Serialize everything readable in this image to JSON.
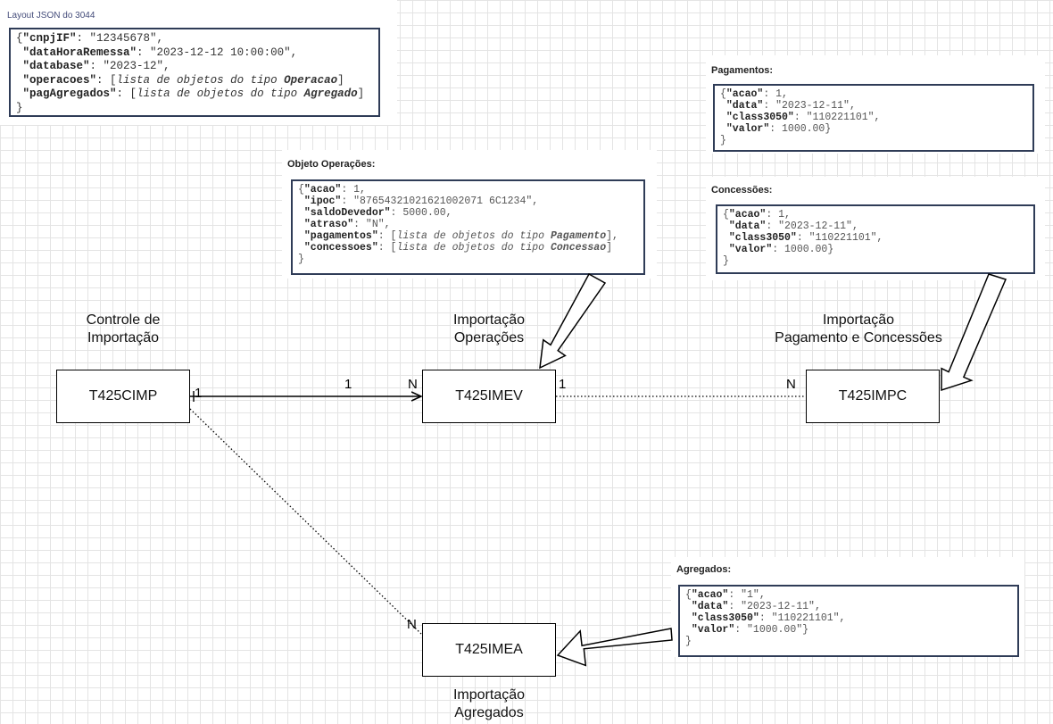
{
  "layout_title": "Layout JSON do 3044",
  "remessa": {
    "lines": [
      [
        "{",
        [
          "k",
          "\"cnpjIF\""
        ],
        ": \"12345678\","
      ],
      [
        " ",
        [
          "k",
          "\"dataHoraRemessa\""
        ],
        ": \"2023-12-12 10:00:00\","
      ],
      [
        " ",
        [
          "k",
          "\"database\""
        ],
        ": \"2023-12\","
      ],
      [
        " ",
        [
          "k",
          "\"operacoes\""
        ],
        ": [",
        [
          "i",
          "lista de objetos do tipo "
        ],
        [
          "bi",
          "Operacao"
        ],
        "]"
      ],
      [
        " ",
        [
          "k",
          "\"pagAgregados\""
        ],
        ": [",
        [
          "i",
          "lista de objetos do tipo "
        ],
        [
          "bi",
          "Agregado"
        ],
        "]"
      ],
      [
        "}"
      ]
    ]
  },
  "operacoes_label": "Objeto Operações:",
  "operacoes": {
    "lines": [
      [
        "{",
        [
          "k",
          "\"acao\""
        ],
        ": 1,"
      ],
      [
        " ",
        [
          "k",
          "\"ipoc\""
        ],
        ": \"87654321021621002071 6C1234\","
      ],
      [
        " ",
        [
          "k",
          "\"saldoDevedor\""
        ],
        ": 5000.00,"
      ],
      [
        " ",
        [
          "k",
          "\"atraso\""
        ],
        ": \"N\","
      ],
      [
        " ",
        [
          "k",
          "\"pagamentos\""
        ],
        ": [",
        [
          "i",
          "lista de objetos do tipo "
        ],
        [
          "bi",
          "Pagamento"
        ],
        "],"
      ],
      [
        " ",
        [
          "k",
          "\"concessoes\""
        ],
        ": [",
        [
          "i",
          "lista de objetos do tipo "
        ],
        [
          "bi",
          "Concessao"
        ],
        "]"
      ],
      [
        "}"
      ]
    ]
  },
  "pagamentos_label": "Pagamentos:",
  "pagamentos": {
    "lines": [
      [
        "{",
        [
          "k",
          "\"acao\""
        ],
        ": 1,"
      ],
      [
        " ",
        [
          "k",
          "\"data\""
        ],
        ": \"2023-12-11\","
      ],
      [
        " ",
        [
          "k",
          "\"class3050\""
        ],
        ": \"110221101\","
      ],
      [
        " ",
        [
          "k",
          "\"valor\""
        ],
        ": 1000.00}"
      ],
      [
        "}"
      ]
    ]
  },
  "concessoes_label": "Concessões:",
  "concessoes": {
    "lines": [
      [
        "{",
        [
          "k",
          "\"acao\""
        ],
        ": 1,"
      ],
      [
        " ",
        [
          "k",
          "\"data\""
        ],
        ": \"2023-12-11\","
      ],
      [
        " ",
        [
          "k",
          "\"class3050\""
        ],
        ": \"110221101\","
      ],
      [
        " ",
        [
          "k",
          "\"valor\""
        ],
        ": 1000.00}"
      ],
      [
        "}"
      ]
    ]
  },
  "agregados_label": "Agregados:",
  "agregados": {
    "lines": [
      [
        "{",
        [
          "k",
          "\"acao\""
        ],
        ": \"1\","
      ],
      [
        " ",
        [
          "k",
          "\"data\""
        ],
        ": \"2023-12-11\","
      ],
      [
        " ",
        [
          "k",
          "\"class3050\""
        ],
        ": \"110221101\","
      ],
      [
        " ",
        [
          "k",
          "\"valor\""
        ],
        ": \"1000.00\"}"
      ],
      [
        "}"
      ]
    ]
  },
  "entities": {
    "cimp": {
      "name": "T425CIMP",
      "caption_1": "Controle de",
      "caption_2": "Importação"
    },
    "imev": {
      "name": "T425IMEV",
      "caption_1": "Importação",
      "caption_2": "Operações"
    },
    "impc": {
      "name": "T425IMPC",
      "caption_1": "Importação",
      "caption_2": "Pagamento e Concessões"
    },
    "imea": {
      "name": "T425IMEA",
      "caption_1": "Importação",
      "caption_2": "Agregados"
    }
  },
  "relations": {
    "cimp_imev": {
      "from_card": "1",
      "to_card": "N"
    },
    "imev_impc": {
      "from_card": "1",
      "to_card": "N"
    },
    "cimp_imea": {
      "to_card": "N"
    }
  }
}
